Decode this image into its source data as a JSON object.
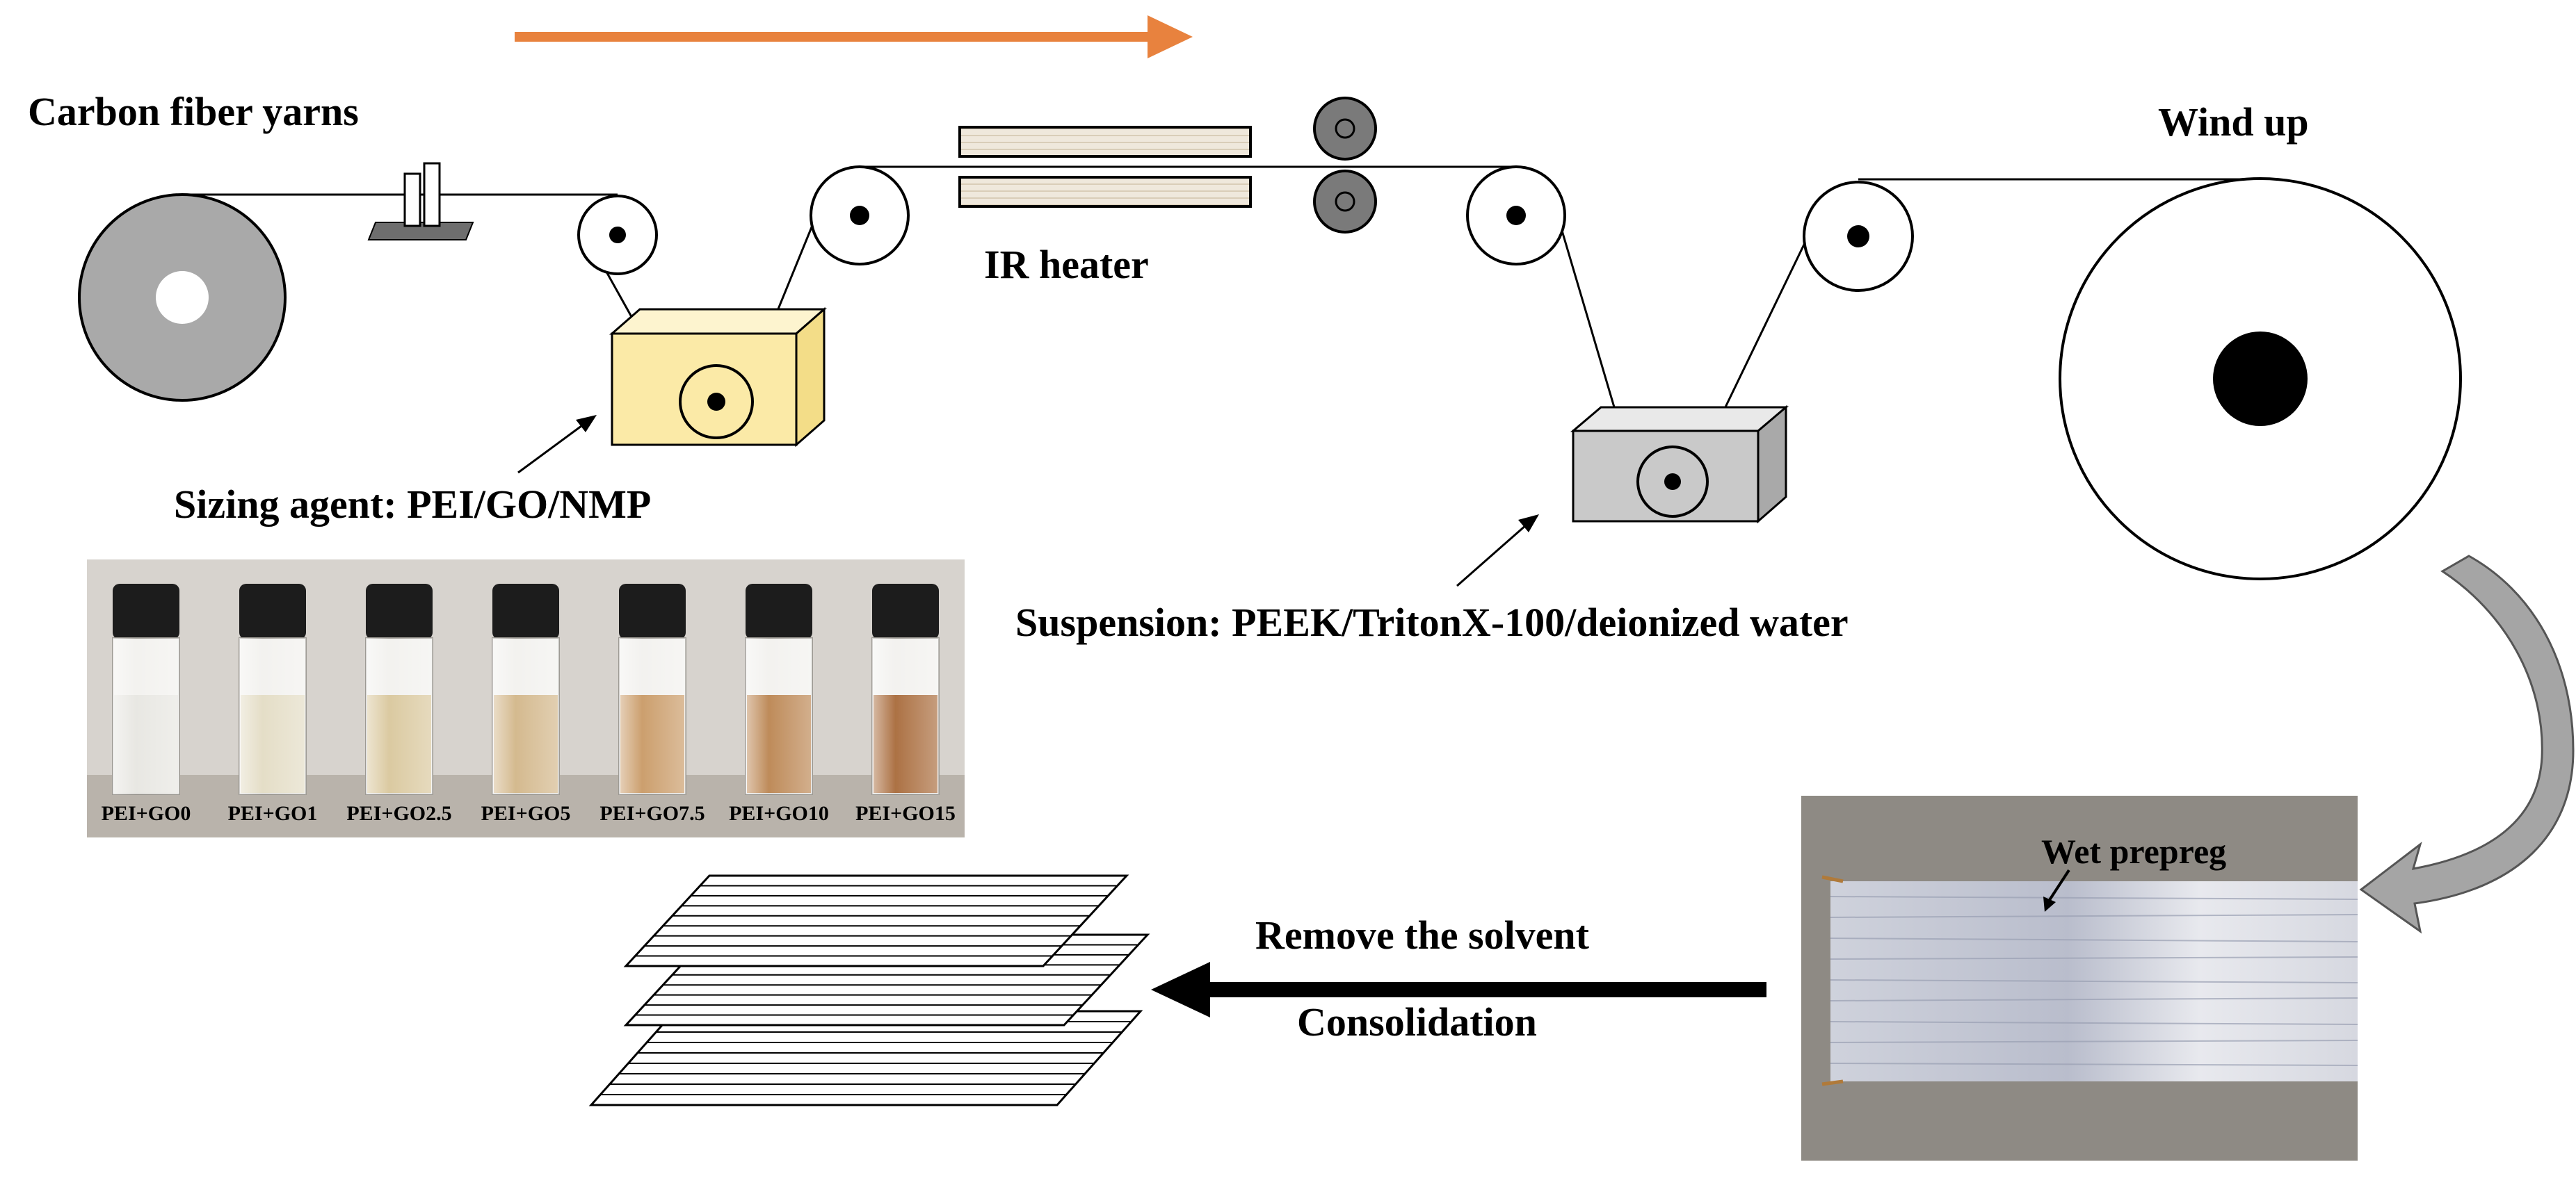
{
  "labels": {
    "carbon_fiber": "Carbon fiber yarns",
    "ir_heater": "IR heater",
    "wind_up": "Wind up",
    "sizing_agent": "Sizing agent: PEI/GO/NMP",
    "suspension": "Suspension: PEEK/TritonX-100/deionized water",
    "wet_prepreg": "Wet prepreg",
    "remove_solvent": "Remove the solvent",
    "consolidation": "Consolidation"
  },
  "vials": [
    {
      "label": "PEI+GO0",
      "tint": "#e7e6e1"
    },
    {
      "label": "PEI+GO1",
      "tint": "#e3dcc4"
    },
    {
      "label": "PEI+GO2.5",
      "tint": "#d9c79c"
    },
    {
      "label": "PEI+GO5",
      "tint": "#d2b689"
    },
    {
      "label": "PEI+GO7.5",
      "tint": "#c99a66"
    },
    {
      "label": "PEI+GO10",
      "tint": "#bb8551"
    },
    {
      "label": "PEI+GO15",
      "tint": "#a86a3a"
    }
  ],
  "colors": {
    "process_arrow": "#e8823e",
    "sizing_bath": "#fbeaa7",
    "suspension_bath": "#c9c9c9",
    "spool": "#a9a9a9",
    "photo_bg": "#cfcac4",
    "prepreg_bg": "#8e8a84",
    "curved_arrow": "#a5a5a5"
  }
}
